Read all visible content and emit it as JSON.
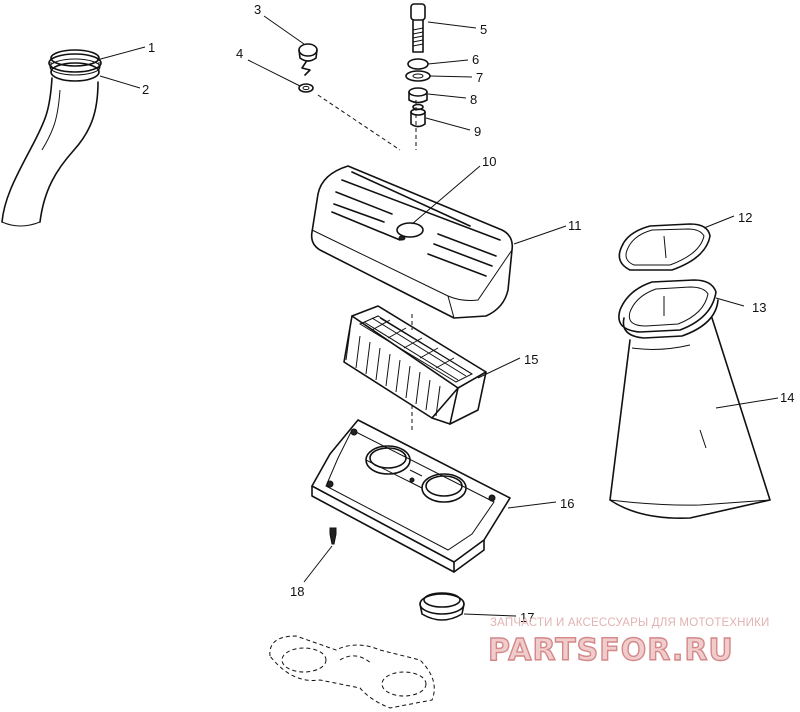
{
  "callouts": [
    {
      "id": "1",
      "label": "1"
    },
    {
      "id": "2",
      "label": "2"
    },
    {
      "id": "3",
      "label": "3"
    },
    {
      "id": "4",
      "label": "4"
    },
    {
      "id": "5",
      "label": "5"
    },
    {
      "id": "6",
      "label": "6"
    },
    {
      "id": "7",
      "label": "7"
    },
    {
      "id": "8",
      "label": "8"
    },
    {
      "id": "9",
      "label": "9"
    },
    {
      "id": "10",
      "label": "10"
    },
    {
      "id": "11",
      "label": "11"
    },
    {
      "id": "12",
      "label": "12"
    },
    {
      "id": "13",
      "label": "13"
    },
    {
      "id": "14",
      "label": "14"
    },
    {
      "id": "15",
      "label": "15"
    },
    {
      "id": "16",
      "label": "16"
    },
    {
      "id": "17",
      "label": "17"
    },
    {
      "id": "18",
      "label": "18"
    }
  ],
  "watermark": {
    "caption": "ЗАПЧАСТИ И АКСЕССУАРЫ ДЛЯ МОТОТЕХНИКИ",
    "logo": "PARTSFOR.RU",
    "color": "#e8b4b4"
  }
}
